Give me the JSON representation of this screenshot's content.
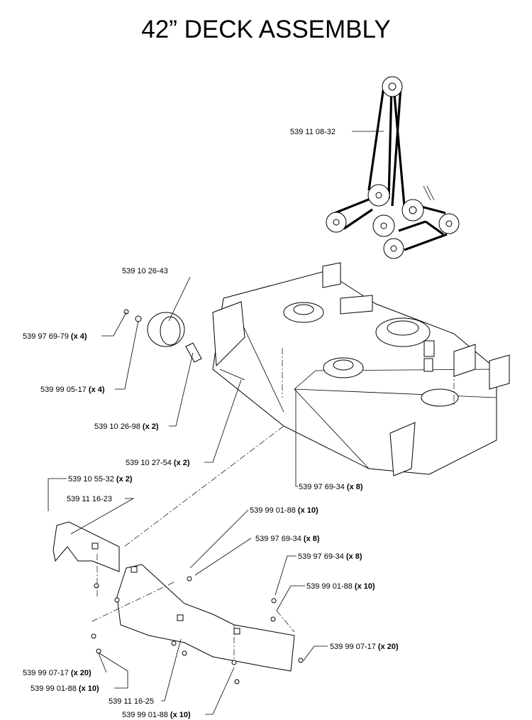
{
  "title": "42” DECK ASSEMBLY",
  "callouts": [
    {
      "part": "539 11 08-32",
      "qty": ""
    },
    {
      "part": "539 10 26-43",
      "qty": ""
    },
    {
      "part": "539 97 69-79",
      "qty": "(x 4)"
    },
    {
      "part": "539 99 05-17",
      "qty": "(x 4)"
    },
    {
      "part": "539 10 26-98",
      "qty": "(x 2)"
    },
    {
      "part": "539 10 27-54",
      "qty": "(x 2)"
    },
    {
      "part": "539 97 69-34",
      "qty": "(x 8)"
    },
    {
      "part": "539 10 55-32",
      "qty": "(x 2)"
    },
    {
      "part": "539 11 16-23",
      "qty": ""
    },
    {
      "part": "539 99 01-88",
      "qty": "(x 10)"
    },
    {
      "part": "539 97 69-34",
      "qty": "(x 8)"
    },
    {
      "part": "539 97 69-34",
      "qty": "(x 8)"
    },
    {
      "part": "539 99 01-88",
      "qty": "(x 10)"
    },
    {
      "part": "539 99 07-17",
      "qty": "(x 20)"
    },
    {
      "part": "539 99 07-17",
      "qty": "(x 20)"
    },
    {
      "part": "539 99 01-88",
      "qty": "(x 10)"
    },
    {
      "part": "539 11 16-25",
      "qty": ""
    },
    {
      "part": "539 99 01-88",
      "qty": "(x 10)"
    }
  ]
}
